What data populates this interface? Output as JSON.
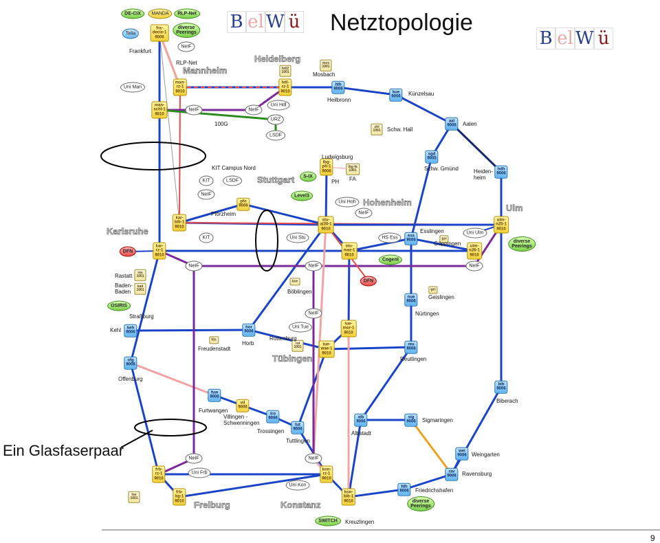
{
  "title": "Netztopologie",
  "logo_letters": [
    "B",
    "el",
    "W",
    "ü"
  ],
  "annotation": "Ein Glasfaserpaar",
  "page_number": "9",
  "city_labels": [
    "Heidelberg",
    "Mannheim",
    "Karlsruhe",
    "Stuttgart",
    "Hohenheim",
    "Ulm",
    "Tübingen",
    "Freiburg",
    "Konstanz"
  ],
  "colors": {
    "blue": "#1a44c8",
    "red": "#e84a4a",
    "pink": "#f2a3a3",
    "green": "#2c8a1f",
    "purple": "#7a2a9a",
    "orange": "#f0a020",
    "navy": "#1a2a6a",
    "gray": "#999999"
  },
  "nodes": {
    "fra-decix": "fra-\ndecix-1\n9006",
    "man-rz": "man-\nrz-1\n9010",
    "man-schl": "man-\nschl-1\n9010",
    "hdl-rz": "hdl-\nrz-1\n9010",
    "hdl2": "hdl2\n1001",
    "mos": "mos\n1001",
    "hlb": "hlb\n9006",
    "kue": "kue\n9006",
    "shl": "shl\n1001",
    "aal": "aal\n9006",
    "lbg-ph": "lbg-\nph-1\n9006",
    "lbg-fa": "lbg-fa\n1001",
    "sgd": "sgd\n9005",
    "hdh": "hdh\n9006",
    "pfo": "pfo\n9006",
    "kar-bib": "kar-\nbib-1\n9010",
    "kar-rz": "kar-\nrz-1\n9010",
    "stu-al30": "stu-\nal30-1\n9010",
    "stu-nwz": "stu-\nnwz-1\n9010",
    "ess": "ess\n9006",
    "gsl": "gsl",
    "ulm-n25": "ulm-\nn25-1\n9010",
    "ulm-n26": "ulm-\nn26-1\n9010",
    "ras": "ras\n1001",
    "bad": "bad\n1001",
    "boe": "boe",
    "gei": "gei",
    "nue": "nue\n9006",
    "keh": "keh\n9006",
    "hor": "hor\n9006",
    "fds": "fds",
    "tue-mor": "tue-\nmor-1\n9010",
    "rot": "rot\n1001",
    "tue-wae": "tue-\nwae-1\n9010",
    "reu": "reu\n9006",
    "ofg": "ofg\n9006",
    "bib": "bib\n9006",
    "fuw": "fuw\n9006",
    "vil": "vil\n9006",
    "tro": "tro\n9006",
    "tut": "tut\n9006",
    "alb": "alb\n9006",
    "sig": "sig\n9006",
    "wei": "wei\n9006",
    "rav": "rav\n9006",
    "fdh": "fdh\n9006",
    "frb-rz": "frb-\nrz-1\n9010",
    "frb-kg": "frb-\nkg-1\n9010",
    "loe": "loe\n1001",
    "kon-rz": "kon-\nrz-1\n9010",
    "kon-bib": "kon-\nbib-1\n9010"
  },
  "clouds": {
    "de-cix": "DE-CIX",
    "manda": "MANDA",
    "rlp-net-top": "RLP-Net",
    "telia": "Telia",
    "diverse-peerings-top": "diverse\nPeerings",
    "nelf-top": "NeIF",
    "uni-man": "Uni Man",
    "nelf-man": "NeIF",
    "nelf-hd": "NeIF",
    "uni-hdl": "Uni Hdl",
    "urz": "URZ",
    "lsdf-hd": "LSDF",
    "kit": "KIT",
    "lsdf-ka": "LSDF",
    "s-ix": "S-IX",
    "level3": "Level3",
    "uni-hoh": "Uni Hoh",
    "nelf-hoh": "NeIF",
    "nelf-ka": "NeIF",
    "kit2": "KIT",
    "uni-stu": "Uni Stu",
    "hs-ess": "HS Ess",
    "cogent": "Cogent",
    "uni-ulm": "Uni Ulm",
    "diverse-peerings-ulm": "diverse\nPeerings",
    "dfn-ka": "DFN",
    "nelf-ka2": "NeIF",
    "nelf-stu2": "NeIF",
    "nelf-ulm": "NeIF",
    "dfn-stu": "DFN",
    "osiris": "OSIRIS",
    "nelf-tue": "NeIF",
    "uni-tue": "Uni Tue",
    "nelf-fr": "NeIF",
    "uni-frb": "Uni Frb",
    "nelf-kon": "NeIF",
    "uni-kon": "Uni Kon",
    "diverse-peerings-fdh": "diverse\nPeerings",
    "switch": "SWITCH"
  },
  "labels": {
    "frankfurt": "Frankfurt",
    "rlp-net": "RLP-Net",
    "mosbach": "Mosbach",
    "heilbronn": "Heilbronn",
    "kuenzelsau": "Künzelsau",
    "schw-hall": "Schw. Hall",
    "aalen": "Aalen",
    "g100": "100G",
    "ludwigsburg": "Ludwigsburg",
    "ph": "PH",
    "fa": "FA",
    "schw-gmuend": "Schw. Gmünd",
    "heidenheim": "Heiden-\nheim",
    "kit-campus-nord": "KIT Campus Nord",
    "pforzheim": "Pforzheim",
    "esslingen": "Esslingen",
    "goeppingen": "Göppingen",
    "rastatt": "Rastatt",
    "baden-baden": "Baden-\nBaden",
    "boeblingen": "Böblingen",
    "geislingen": "Geislingen",
    "nuertingen": "Nürtingen",
    "strassburg": "Straßburg",
    "kehl": "Kehl",
    "horb": "Horb",
    "rottenburg": "Rottenburg",
    "freudenstadt": "Freudenstadt",
    "reutlingen": "Reutlingen",
    "offenburg": "Offenburg",
    "biberach": "Biberach",
    "furtwangen": "Furtwangen",
    "villingen": "Villingen -\nSchwenningen",
    "trossingen": "Trossingen",
    "tuttlingen": "Tuttlingen",
    "albstadt": "Albstadt",
    "sigmaringen": "Sigmaringen",
    "weingarten": "Weingarten",
    "ravensburg": "Ravensburg",
    "friedrichshafen": "Friedrichshafen",
    "kreuzlingen": "Kreuzlingen"
  }
}
